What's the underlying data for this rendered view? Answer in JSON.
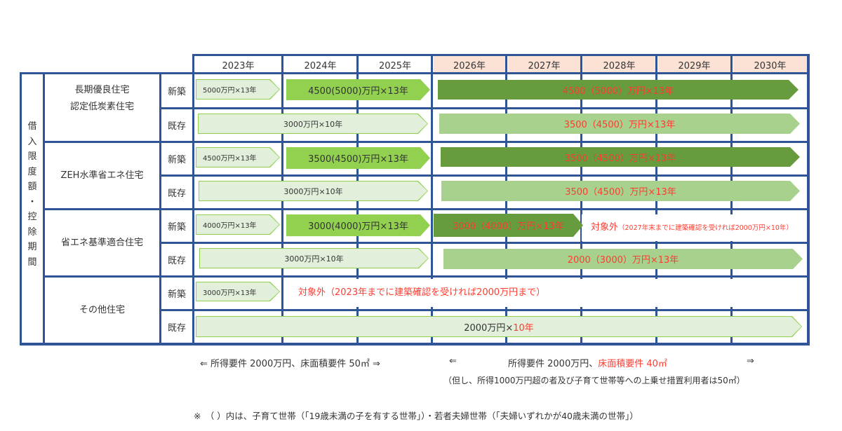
{
  "header": {
    "years": [
      "2023年",
      "2024年",
      "2025年",
      "2026年",
      "2027年",
      "2028年",
      "2029年",
      "2030年"
    ],
    "future_from_index": 3,
    "future_color": "#fbe2d5"
  },
  "vertical_label": [
    "借",
    "入",
    "限",
    "度",
    "額",
    "・",
    "控",
    "除",
    "期",
    "間"
  ],
  "categories": [
    {
      "lines": [
        "長期優良住宅",
        "認定低炭素住宅"
      ]
    },
    {
      "lines": [
        "ZEH水準省エネ住宅"
      ]
    },
    {
      "lines": [
        "省エネ基準適合住宅"
      ]
    },
    {
      "lines": [
        "その他住宅"
      ]
    }
  ],
  "kinds": {
    "new": "新築",
    "existing": "既存"
  },
  "bars": {
    "r0_2023": "5000万円×13年",
    "r0_2024": "4500(5000)万円×13年",
    "r0_2026": "4500（5000）万円×13年",
    "r1_2023": "3000万円×10年",
    "r1_2026": "3500（4500）万円×13年",
    "r2_2023": "4500万円×13年",
    "r2_2024": "3500(4500)万円×13年",
    "r2_2026": "3500（4500）万円×13年",
    "r3_2023": "3000万円×10年",
    "r3_2026": "3500（4500）万円×13年",
    "r4_2023": "4000万円×13年",
    "r4_2024": "3000(4000)万円×13年",
    "r4_2026": "3000（4000）万円×13年",
    "r5_2023": "3000万円×10年",
    "r5_2026": "2000（3000）万円×13年",
    "r6_2023": "3000万円×13年",
    "r7_all_a": "2000万円×",
    "r7_all_b": "10年"
  },
  "notes": {
    "r4_na_main": "対象外",
    "r4_na_sub": "（2027年末までに建築確認を受ければ2000万円×10年）",
    "r6_na": "対象外（2023年までに建築確認を受ければ2000万円まで）"
  },
  "footer": {
    "left": "⇐ 所得要件 2000万円、床面積要件 50㎡ ⇒",
    "right_arrow_l": "⇐",
    "right_a": "所得要件 2000万円、",
    "right_b": "床面積要件 40㎡",
    "right_arrow_r": "⇒",
    "right_sub": "（但し、所得1000万円超の者及び子育て世帯等への上乗せ措置利用者は50㎡）",
    "note": "※　（ ）内は、子育て世帯（「19歳未満の子を有する世帯」）・若者夫婦世帯（「夫婦いずれかが40歳未満の世帯」）"
  },
  "colors": {
    "grid": "#2f5597",
    "pale_fill": "#e2efda",
    "pale_border": "#8fd14f",
    "lime": "#92d050",
    "dark_green": "#669b3e",
    "light_green": "#a9d18e",
    "red_text": "#ff3b30"
  }
}
